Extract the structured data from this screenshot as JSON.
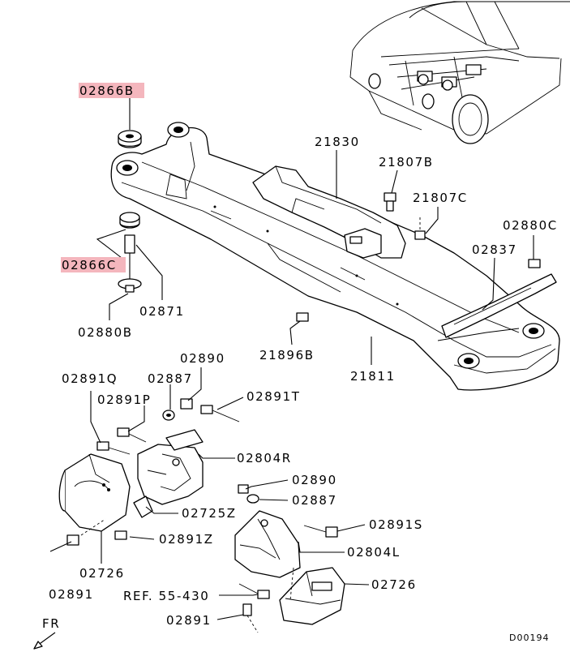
{
  "diagram": {
    "drawing_code": "D00194",
    "direction_label": "FR",
    "callouts": {
      "c02866B": "02866B",
      "c02866C": "02866C",
      "c02871": "02871",
      "c02880B": "02880B",
      "c21830": "21830",
      "c21807B": "21807B",
      "c21807C": "21807C",
      "c02880C": "02880C",
      "c02837": "02837",
      "c21896B": "21896B",
      "c21811": "21811",
      "c02890a": "02890",
      "c02891Q": "02891Q",
      "c02887a": "02887",
      "c02891P": "02891P",
      "c02891T": "02891T",
      "c02804R": "02804R",
      "c02725Z": "02725Z",
      "c02891Z": "02891Z",
      "c02726a": "02726",
      "c02891a": "02891",
      "c02890b": "02890",
      "c02887b": "02887",
      "c02891S": "02891S",
      "c02804L": "02804L",
      "cREF": "REF. 55-430",
      "c02726b": "02726",
      "c02891b": "02891"
    },
    "highlight_color": "#f4b6bd"
  }
}
